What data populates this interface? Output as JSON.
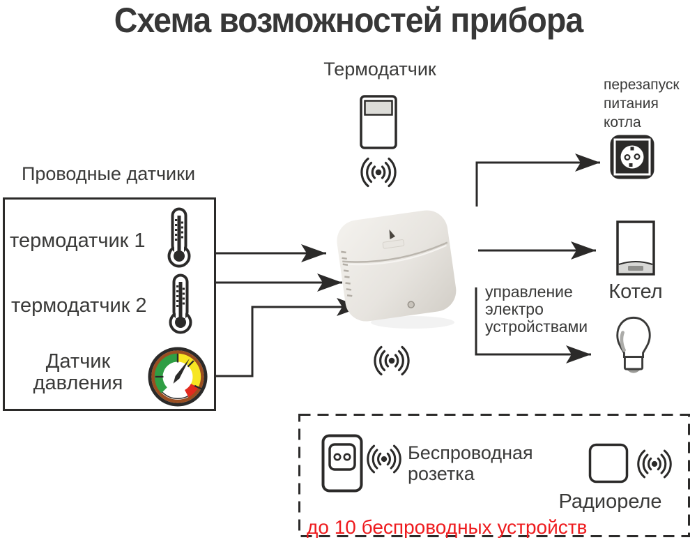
{
  "title": "Схема возможностей прибора",
  "thermo_sensor": {
    "label": "Термодатчик"
  },
  "boiler_restart": {
    "label": "перезапуск\nпитания\nкотла"
  },
  "wired_sensors": {
    "title": "Проводные датчики",
    "thermo1": "термодатчик 1",
    "thermo2": "термодатчик 2",
    "pressure": "Датчик\nдавления"
  },
  "boiler": {
    "label": "Котел"
  },
  "control_note": {
    "label": "управление\nэлектро\nустройствами"
  },
  "wireless_devices": {
    "socket_label": "Беспроводная\nрозетка",
    "relay_label": "Радиореле",
    "limit_note": "до 10 беспроводных устройств"
  },
  "icons": {
    "thermo_sensor_device": "thermo-sensor-device-icon",
    "wireless_signal": "wireless-signal-icon",
    "power_socket": "power-socket-icon",
    "thermometer": "thermometer-icon",
    "pressure_gauge": "pressure-gauge-icon",
    "main_device": "main-device-photo",
    "boiler": "boiler-icon",
    "light_bulb": "light-bulb-icon",
    "wireless_socket": "wireless-socket-icon",
    "radio_relay": "radio-relay-icon"
  },
  "colors": {
    "line": "#2b2a29",
    "text": "#3a3a39",
    "note_red": "#ee1b1e",
    "gauge_green": "#2f9e44",
    "gauge_yellow": "#f7e622",
    "gauge_red": "#e22a1e",
    "gauge_rim": "#9a4e21"
  }
}
